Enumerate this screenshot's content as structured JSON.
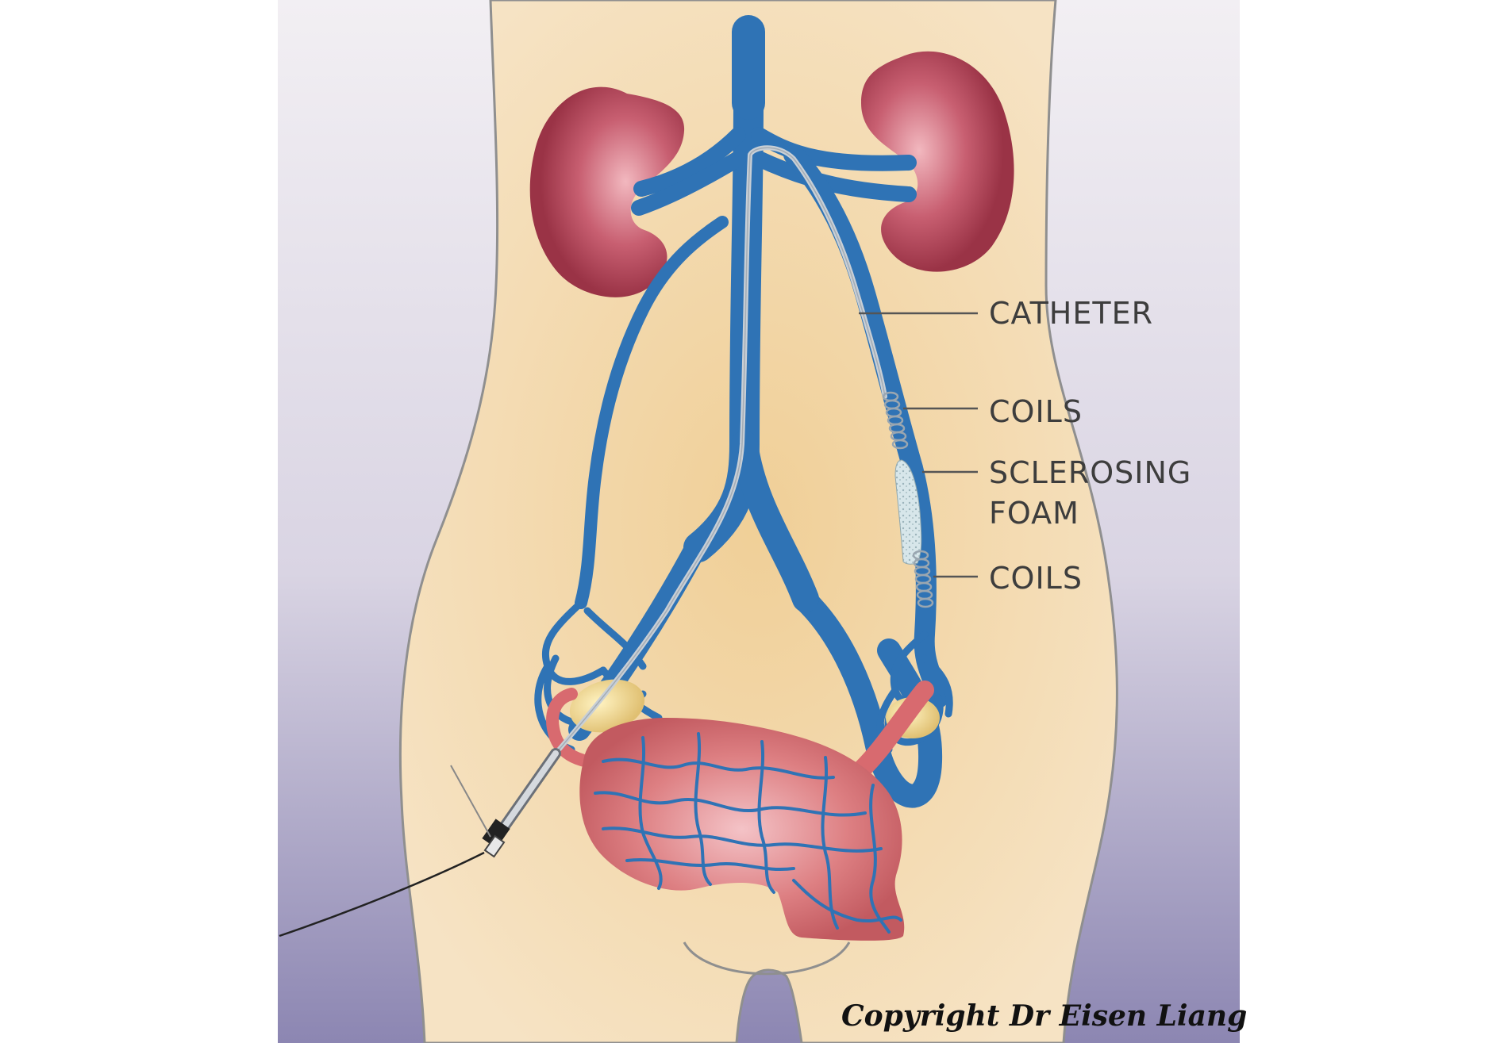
{
  "labels": {
    "catheter": "CATHETER",
    "coils_upper": "COILS",
    "foam_line1": "SCLEROSING",
    "foam_line2": "FOAM",
    "coils_lower": "COILS"
  },
  "copyright": "Copyright Dr Eisen Liang",
  "colors": {
    "vein": "#2f73b5",
    "vein_dark": "#1f5690",
    "kidney": "#b54a5c",
    "uterus": "#d87474",
    "skin": "#f3d9ad",
    "background_top": "#f1eef3",
    "background_bottom": "#8e88b3",
    "catheter": "#c8cfd6"
  }
}
